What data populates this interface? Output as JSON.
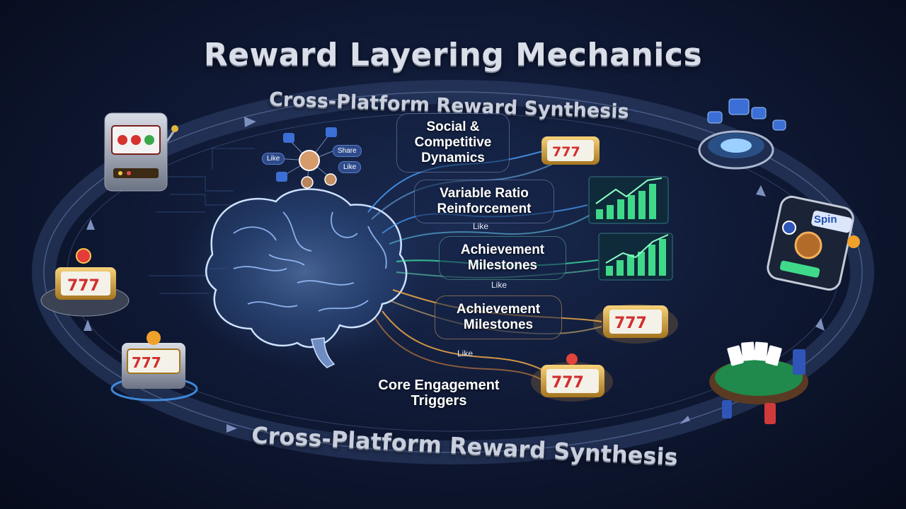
{
  "title": "Reward Layering Mechanics",
  "ring": {
    "top_label": "Cross-Platform Reward Synthesis",
    "bottom_label": "Cross-Platform Reward Synthesis"
  },
  "layers": [
    {
      "lines": [
        "Social &",
        "Competitive",
        "Dynamics"
      ]
    },
    {
      "lines": [
        "Variable Ratio",
        "Reinforcement"
      ]
    },
    {
      "lines": [
        "Achievement",
        "Milestones"
      ]
    },
    {
      "lines": [
        "Achievement",
        "Milestones"
      ]
    },
    {
      "lines": [
        "Core Engagement",
        "Triggers"
      ]
    }
  ],
  "like_tags": [
    "Like",
    "Like",
    "Like"
  ],
  "social_chips": [
    "Like",
    "Share",
    "Like"
  ],
  "phone": {
    "button": "Spin"
  },
  "colors": {
    "background": "#101a36",
    "ring": "#3a4d78",
    "stream_blue": "#4aa3ff",
    "stream_green": "#3ee0a0",
    "stream_orange": "#ffb347",
    "chart_green": "#3fd98a"
  },
  "icons": [
    "brain-icon",
    "slot-machine-icon",
    "slot-reel-icon",
    "bar-chart-icon",
    "smartphone-icon",
    "poker-table-icon",
    "holographic-platform-icon",
    "avatar-icon",
    "like-icon"
  ]
}
